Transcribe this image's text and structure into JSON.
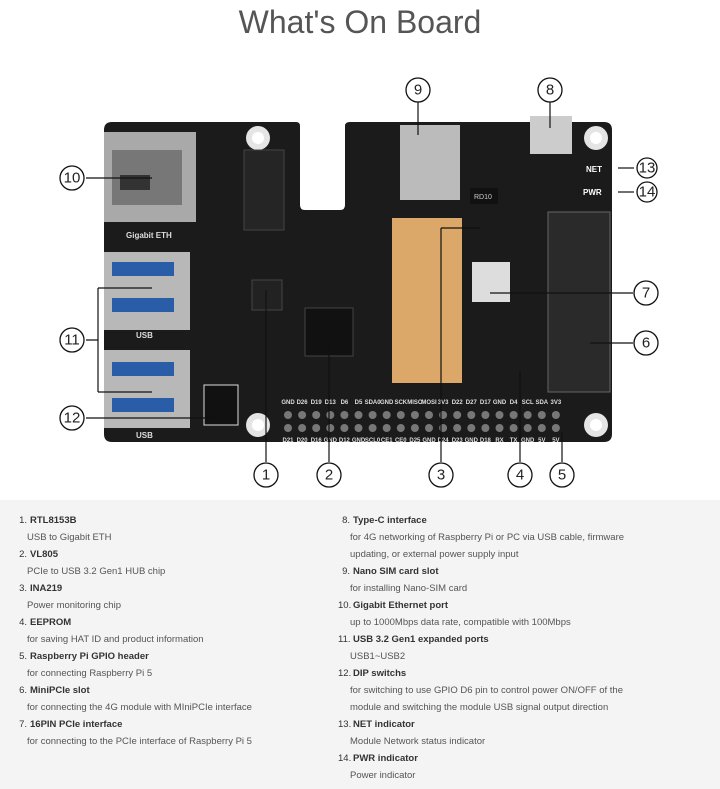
{
  "title": "What's On Board",
  "board_labels": {
    "eth": "Gigabit ETH",
    "usb1": "USB",
    "usb2": "USB",
    "net": "NET",
    "pwr": "PWR",
    "chip": "RD10"
  },
  "gpio_top": [
    "GND",
    "D26",
    "D19",
    "D13",
    "D6",
    "D5",
    "SDA0",
    "GND",
    "SCK",
    "MISO",
    "MOSI",
    "3V3",
    "D22",
    "D27",
    "D17",
    "GND",
    "D4",
    "SCL",
    "SDA",
    "3V3"
  ],
  "gpio_bottom": [
    "D21",
    "D20",
    "D16",
    "GND",
    "D12",
    "GND",
    "SCL0",
    "CE1",
    "CE0",
    "D25",
    "GND",
    "D24",
    "D23",
    "GND",
    "D18",
    "RX",
    "TX",
    "GND",
    "5V",
    "5V"
  ],
  "callouts": [
    "1",
    "2",
    "3",
    "4",
    "5",
    "6",
    "7",
    "8",
    "9",
    "10",
    "11",
    "12",
    "13",
    "14"
  ],
  "items": [
    {
      "num": "1.",
      "title": "RTL8153B",
      "desc": [
        "USB to Gigabit ETH"
      ]
    },
    {
      "num": "2.",
      "title": "VL805",
      "desc": [
        "PCIe to USB 3.2 Gen1 HUB chip"
      ]
    },
    {
      "num": "3.",
      "title": "INA219",
      "desc": [
        "Power monitoring chip"
      ]
    },
    {
      "num": "4.",
      "title": "EEPROM",
      "desc": [
        "for saving HAT ID and product information"
      ]
    },
    {
      "num": "5.",
      "title": "Raspberry Pi GPIO header",
      "desc": [
        "for connecting Raspberry Pi 5"
      ]
    },
    {
      "num": "6.",
      "title": "MiniPCIe slot",
      "desc": [
        "for connecting the 4G module with MIniPCIe interface"
      ]
    },
    {
      "num": "7.",
      "title": "16PIN PCIe interface",
      "desc": [
        "for connecting to the PCIe interface of Raspberry Pi 5"
      ]
    },
    {
      "num": "8.",
      "title": "Type-C interface",
      "desc": [
        "for 4G networking of Raspberry Pi or PC via USB cable, firmware",
        "updating, or external power supply input"
      ]
    },
    {
      "num": "9.",
      "title": "Nano SIM card slot",
      "desc": [
        "for installing Nano-SIM card"
      ]
    },
    {
      "num": "10.",
      "title": "Gigabit Ethernet port",
      "desc": [
        "up to 1000Mbps data rate, compatible with 100Mbps"
      ]
    },
    {
      "num": "11.",
      "title": "USB 3.2 Gen1 expanded ports",
      "desc": [
        "USB1~USB2"
      ]
    },
    {
      "num": "12.",
      "title": "DIP switchs",
      "desc": [
        "for switching to use GPIO D6 pin to control power ON/OFF of the",
        "module and switching the module USB signal output direction"
      ]
    },
    {
      "num": "13.",
      "title": "NET indicator",
      "desc": [
        "Module Network status indicator"
      ]
    },
    {
      "num": "14.",
      "title": "PWR indicator",
      "desc": [
        "Power indicator"
      ]
    }
  ]
}
